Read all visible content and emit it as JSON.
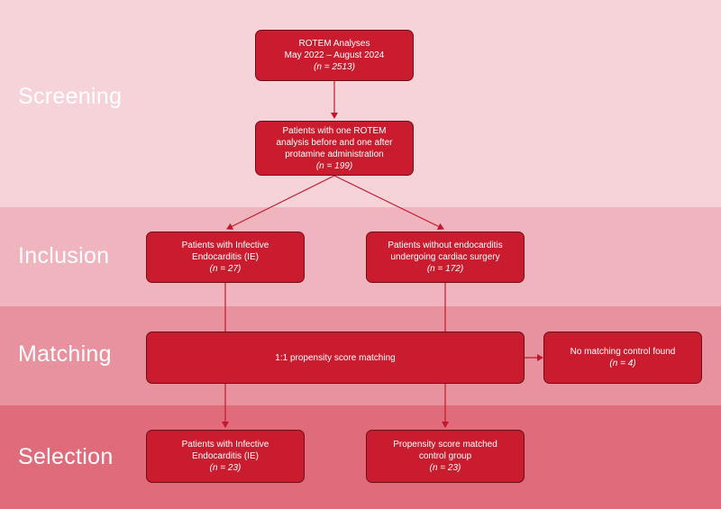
{
  "colors": {
    "band_screening": "#f6d3d8",
    "band_inclusion": "#efb4bd",
    "band_matching": "#e7929e",
    "band_selection": "#df6b7b",
    "box_fill": "#c91d2f",
    "box_border": "#6e0e18",
    "connector": "#c0192c"
  },
  "bands": {
    "screening": "Screening",
    "inclusion": "Inclusion",
    "matching": "Matching",
    "selection": "Selection"
  },
  "boxes": {
    "rotem": {
      "lines": [
        "ROTEM Analyses",
        "May 2022 – August 2024"
      ],
      "n": "(n = 2513)"
    },
    "protamine": {
      "lines": [
        "Patients with one ROTEM",
        "analysis before and one after",
        "protamine administration"
      ],
      "n": "(n = 199)"
    },
    "ie_included": {
      "lines": [
        "Patients with Infective",
        "Endocarditis (IE)"
      ],
      "n": "(n = 27)"
    },
    "no_endo": {
      "lines": [
        "Patients without endocarditis",
        "undergoing cardiac surgery"
      ],
      "n": "(n = 172)"
    },
    "matching": {
      "label": "1:1 propensity score matching"
    },
    "no_match": {
      "lines": [
        "No matching control found"
      ],
      "n": "(n = 4)"
    },
    "ie_selected": {
      "lines": [
        "Patients with Infective",
        "Endocarditis (IE)"
      ],
      "n": "(n = 23)"
    },
    "control": {
      "lines": [
        "Propensity score matched",
        "control group"
      ],
      "n": "(n = 23)"
    }
  }
}
